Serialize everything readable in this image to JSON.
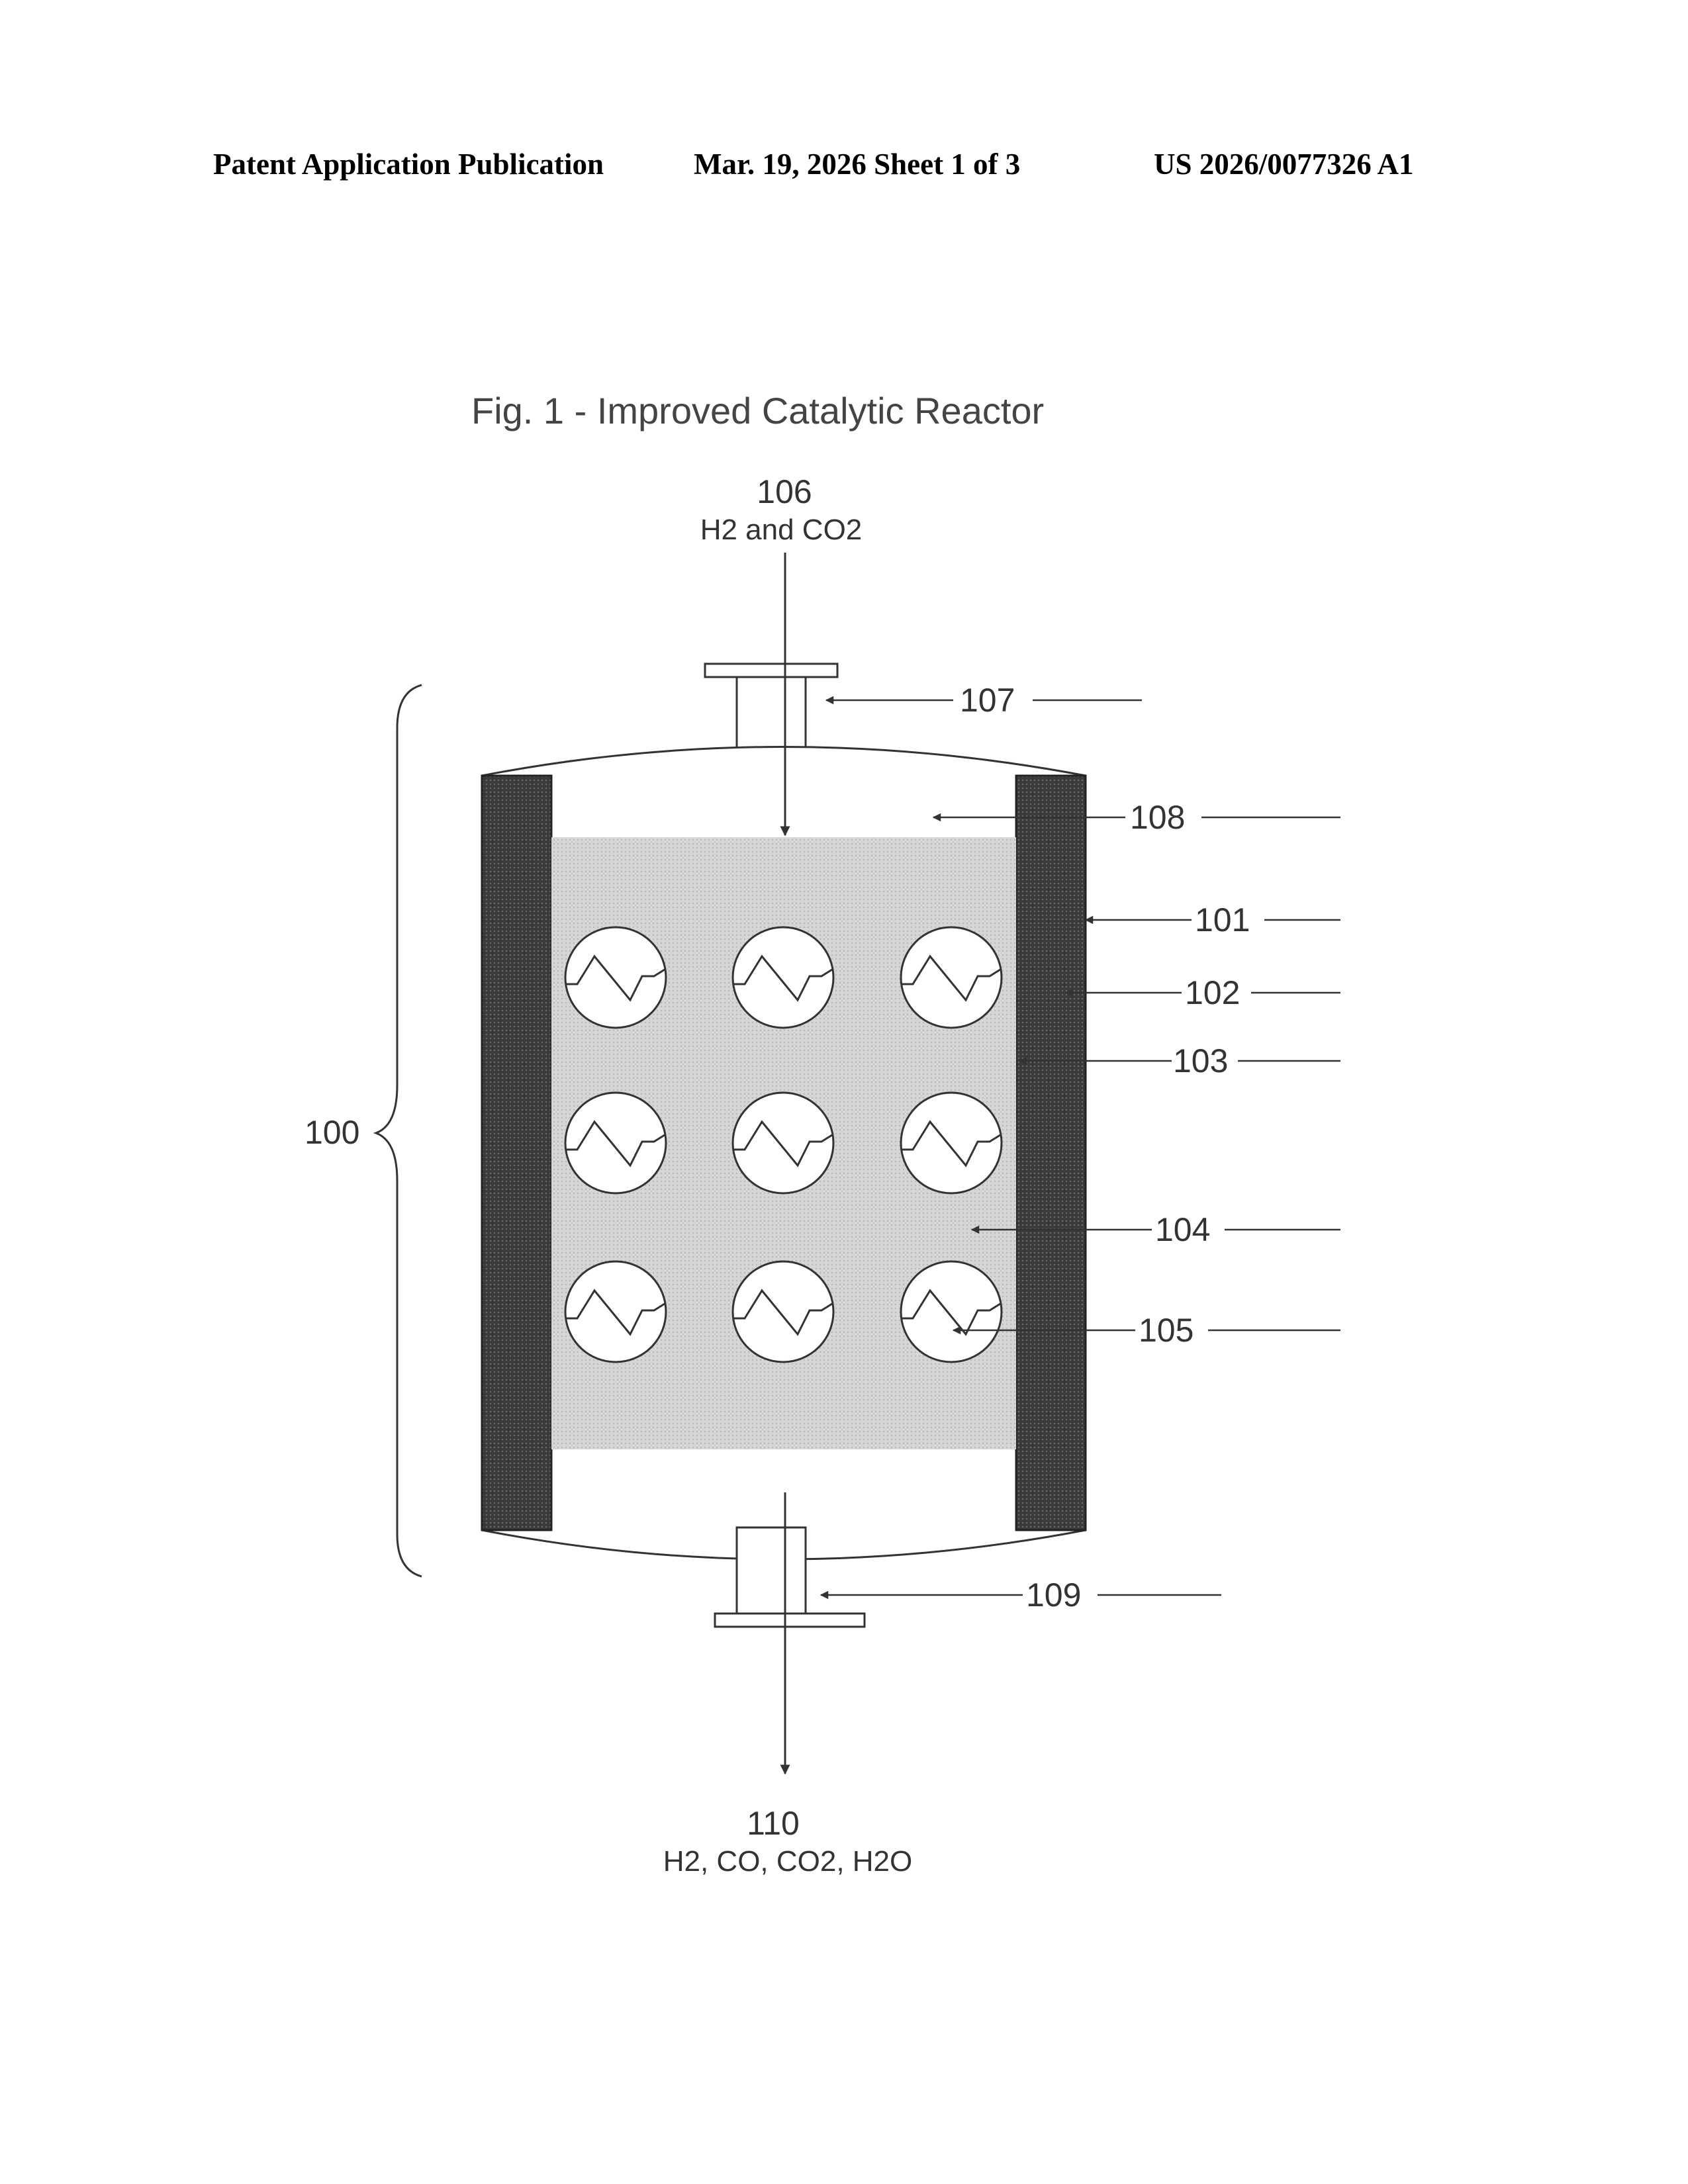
{
  "header": {
    "publication": "Patent Application Publication",
    "date_sheet": "Mar. 19, 2026  Sheet 1 of 3",
    "number": "US 2026/0077326 A1"
  },
  "figure": {
    "title": "Fig. 1 - Improved Catalytic Reactor",
    "labels": {
      "r100": "100",
      "r101": "101",
      "r102": "102",
      "r103": "103",
      "r104": "104",
      "r105": "105",
      "r106": "106",
      "r107": "107",
      "r108": "108",
      "r109": "109",
      "r110": "110"
    },
    "inlet_gases": "H2 and CO2",
    "outlet_gases": "H2, CO, CO2, H2O"
  },
  "colors": {
    "wall_dark": "#3a3a3a",
    "catalyst_bed": "#dcdcdc",
    "line": "#333333"
  },
  "icons": {
    "heat_element": "circle-with-zigzag"
  }
}
